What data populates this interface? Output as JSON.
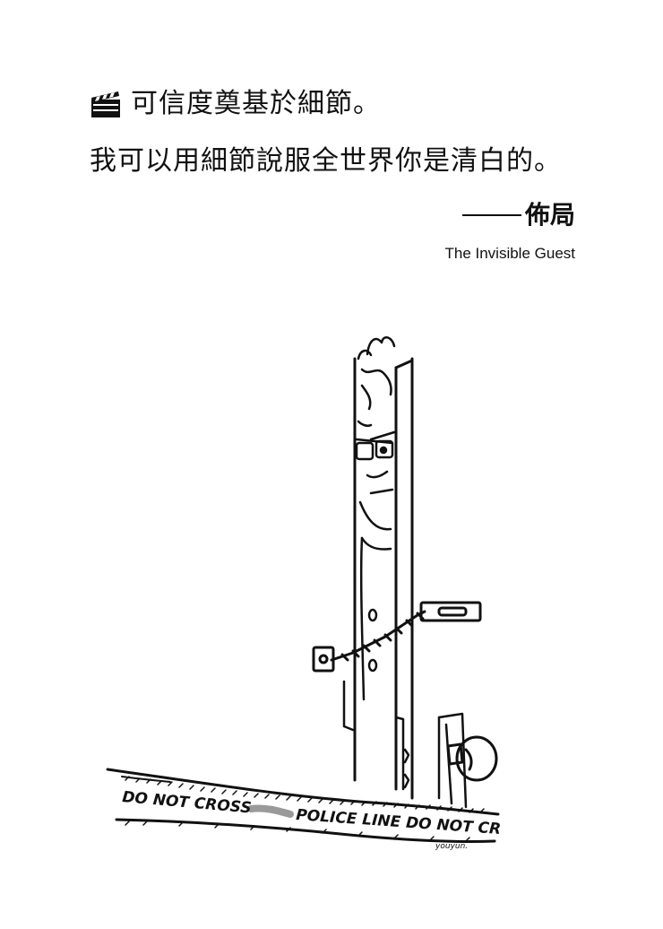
{
  "quote": {
    "line1": "可信度奠基於細節。",
    "line2": "我可以用細節說服全世界你是清白的。"
  },
  "attribution": {
    "name": "佈局"
  },
  "film": {
    "english_title": "The Invisible Guest"
  },
  "icons": {
    "quote_icon": "film-clapperboard-icon"
  },
  "tape": {
    "left_text": "DO NOT CROSS",
    "right_text": "POLICE LINE DO NOT CR"
  },
  "signature": "youyun."
}
